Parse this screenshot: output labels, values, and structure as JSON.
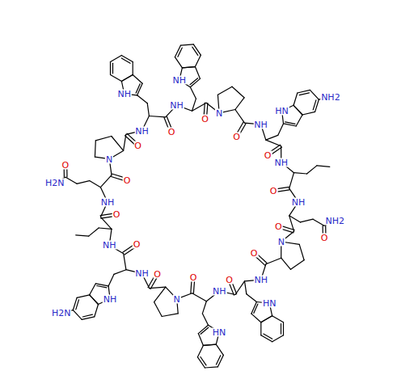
{
  "diagram": {
    "labels": [
      "NH",
      "O",
      "NH",
      "NH",
      "O",
      "NH",
      "N",
      "O",
      "NH",
      "O",
      "HN",
      "NH2",
      "NH",
      "O",
      "NH",
      "O",
      "O",
      "NH2",
      "N",
      "O",
      "NH",
      "O",
      "HN",
      "NH",
      "O",
      "HN",
      "N",
      "O",
      "NH",
      "O",
      "NH",
      "H2N",
      "NH",
      "O",
      "NH",
      "O",
      "O",
      "H2N",
      "N",
      "O"
    ]
  }
}
